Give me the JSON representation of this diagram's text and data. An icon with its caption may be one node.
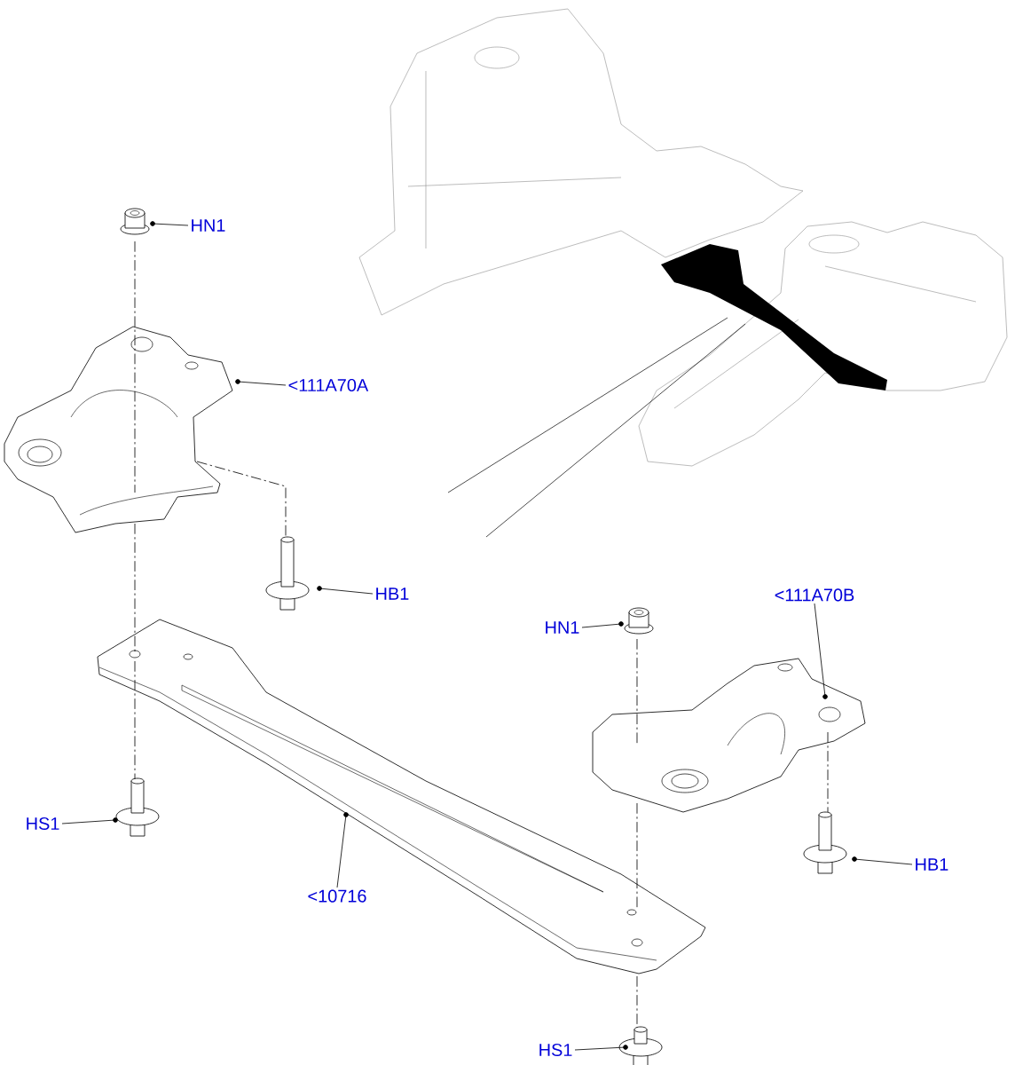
{
  "diagram": {
    "nodes": [
      {
        "text": [
          "HN1"
        ]
      },
      {
        "text": [
          "<111A70A"
        ]
      },
      {
        "text": [
          "HB1"
        ]
      },
      {
        "text": [
          "HN1"
        ]
      },
      {
        "text": [
          "<111A70B"
        ]
      },
      {
        "text": [
          "HS1"
        ]
      },
      {
        "text": [
          "<10716"
        ]
      },
      {
        "text": [
          "HB1"
        ]
      },
      {
        "text": [
          "HS1"
        ]
      },
      {
        "text": [],
        "shape": "picture"
      },
      {
        "text": [],
        "shape": "picture"
      },
      {
        "text": [],
        "shape": "picture"
      },
      {
        "text": [],
        "shape": "picture"
      },
      {
        "text": [],
        "shape": "picture"
      },
      {
        "text": [],
        "shape": "picture"
      },
      {
        "text": [],
        "shape": "picture"
      },
      {
        "text": [],
        "shape": "picture"
      },
      {
        "text": [],
        "shape": "picture"
      }
    ],
    "edges": [
      {
        "from": 0,
        "to": 9,
        "arrow": "other"
      },
      {
        "from": 1,
        "to": 10,
        "arrow": "other"
      },
      {
        "from": 2,
        "to": 11,
        "arrow": "other"
      },
      {
        "from": 3,
        "to": 12,
        "arrow": "other"
      },
      {
        "from": 4,
        "to": 13,
        "arrow": "other"
      },
      {
        "from": 5,
        "to": 14,
        "arrow": "other"
      },
      {
        "from": 6,
        "to": 15,
        "arrow": "other"
      },
      {
        "from": 7,
        "to": 16,
        "arrow": "other"
      },
      {
        "from": 8,
        "to": 17,
        "arrow": "other"
      },
      {
        "from": 9,
        "to": 10,
        "arrow": "none",
        "style": "dashed"
      },
      {
        "from": 10,
        "to": 11,
        "arrow": "none",
        "style": "dashed"
      },
      {
        "from": 10,
        "to": 15,
        "arrow": "none",
        "style": "dashed"
      },
      {
        "from": 15,
        "to": 14,
        "arrow": "none",
        "style": "dashed"
      },
      {
        "from": 12,
        "to": 13,
        "arrow": "none",
        "style": "dashed"
      },
      {
        "from": 13,
        "to": 15,
        "arrow": "none",
        "style": "dashed"
      },
      {
        "from": 15,
        "to": 17,
        "arrow": "none",
        "style": "dashed"
      },
      {
        "from": 13,
        "to": 16,
        "arrow": "none",
        "style": "dashed"
      }
    ]
  }
}
